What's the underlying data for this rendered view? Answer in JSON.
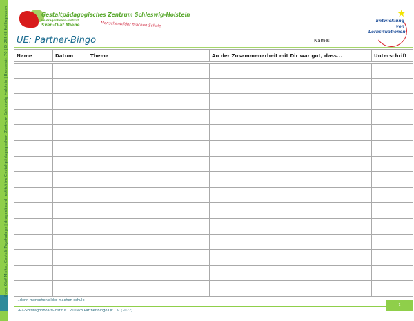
{
  "sidebar_text": "Sven-Olaf Miehe, Gestalt-Psychologe | dragonboard-institut im Gestaltpädagogischen Zentrum Schleswig-Holstein | Brauerstr. 70 | D-25548 Kellinghusen",
  "header": {
    "org_line1": "Gestaltpädagogisches Zentrum Schleswig-Holstein",
    "org_line2": "im dragonboard-institut",
    "org_line3": "Sven-Olaf Miehe",
    "slogan": "Menschenbilder machen Schule",
    "els_logo": "Entwicklung von Lernsituationen"
  },
  "title": "UE: Partner-Bingo",
  "name_label": "Name:",
  "table": {
    "columns": [
      "Name",
      "Datum",
      "Thema",
      "An der Zusammenarbeit mit Dir war gut, dass...",
      "Unterschrift"
    ],
    "row_count": 15
  },
  "footer": {
    "tagline": "...denn menschenbilder machen schule",
    "info": "GPZ-SH/dragonboard-institut | 210923 Partner-Bingo QF | © (2022)",
    "page": "1"
  }
}
